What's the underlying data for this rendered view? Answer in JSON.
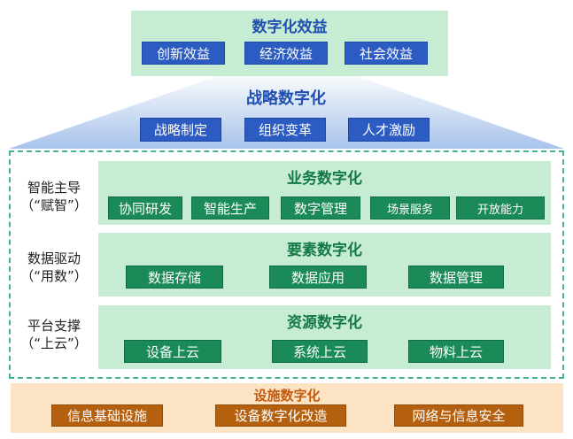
{
  "digital_benefits": {
    "title": "数字化效益",
    "items": [
      "创新效益",
      "经济效益",
      "社会效益"
    ]
  },
  "strategy": {
    "title": "战略数字化",
    "items": [
      "战略制定",
      "组织变革",
      "人才激励"
    ]
  },
  "drivers": [
    {
      "line1": "智能主导",
      "line2": "（“赋智”）"
    },
    {
      "line1": "数据驱动",
      "line2": "（“用数”）"
    },
    {
      "line1": "平台支撑",
      "line2": "（“上云”）"
    }
  ],
  "business": {
    "title": "业务数字化",
    "items": [
      "协同研发",
      "智能生产",
      "数字管理",
      "场景服务",
      "开放能力"
    ]
  },
  "elements": {
    "title": "要素数字化",
    "items": [
      "数据存储",
      "数据应用",
      "数据管理"
    ]
  },
  "resources": {
    "title": "资源数字化",
    "items": [
      "设备上云",
      "系统上云",
      "物料上云"
    ]
  },
  "infrastructure": {
    "title": "设施数字化",
    "items": [
      "信息基础设施",
      "设备数字化改造",
      "网络与信息安全"
    ]
  },
  "colors": {
    "title_blue": "#1f4fb0",
    "button_blue": "#2c5cc2",
    "panel_green": "#c6ecd4",
    "button_green": "#1a8a58",
    "title_green": "#137a44",
    "panel_orange": "#fbe3c4",
    "button_orange": "#b5600f",
    "title_orange": "#c25a10"
  }
}
